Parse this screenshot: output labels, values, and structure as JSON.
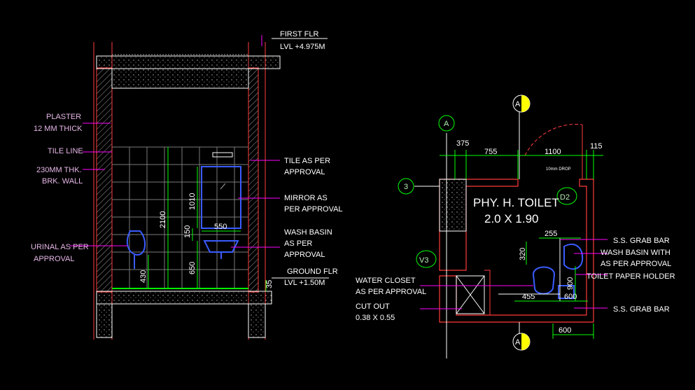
{
  "elevation": {
    "first_flr": "FIRST FLR",
    "first_lvl": "LVL +4.975M",
    "plaster_1": "PLASTER",
    "plaster_2": "12 MM THICK",
    "tile_line": "TILE LINE",
    "wall_1": "230MM THK.",
    "wall_2": "BRK. WALL",
    "urinal_1": "URINAL AS PER",
    "urinal_2": "APPROVAL",
    "tile_1": "TILE AS PER",
    "tile_2": "APPROVAL",
    "mirror_1": "MIRROR AS",
    "mirror_2": "PER APPROVAL",
    "basin_1": "WASH BASIN",
    "basin_2": "AS PER",
    "basin_3": "APPROVAL",
    "ground_flr": "GROUND FLR",
    "ground_lvl": "LVL +1.50M",
    "dim_2100": "2100",
    "dim_1010": "1010",
    "dim_150": "150",
    "dim_550": "550",
    "dim_650": "650",
    "dim_430": "430",
    "dim_35": "35"
  },
  "plan": {
    "title_1": "PHY. H. TOILET",
    "title_2": "2.0 X 1.90",
    "grid_a": "A",
    "grid_3": "3",
    "door_d2": "D2",
    "vent_v3": "V3",
    "section_a": "A",
    "dim_375": "375",
    "dim_755": "755",
    "dim_1100": "1100",
    "dim_115": "115",
    "dim_255": "255",
    "dim_320": "320",
    "dim_900": "900",
    "dim_600a": "600",
    "dim_455": "455",
    "dim_600b": "600",
    "drop_label": "10mm DROP",
    "grab_1": "S.S. GRAB BAR",
    "wash_1": "WASH BASIN WITH",
    "wash_2": "AS PER APPROVAL",
    "paper_holder": "TOILET PAPER HOLDER",
    "wc_1": "WATER CLOSET",
    "wc_2": "AS PER  APPROVAL",
    "cut_1": "CUT OUT",
    "cut_2": "0.38 X 0.55",
    "grab_2": "S.S. GRAB BAR"
  },
  "colors": {
    "wall_red": "#ff3b3b",
    "leader_magenta": "#ff00ff",
    "dimension_green": "#00ff00",
    "fixture_blue": "#3a5cff",
    "hatch_gray": "#9a9a9a",
    "marker_yellow": "#ffff00"
  }
}
